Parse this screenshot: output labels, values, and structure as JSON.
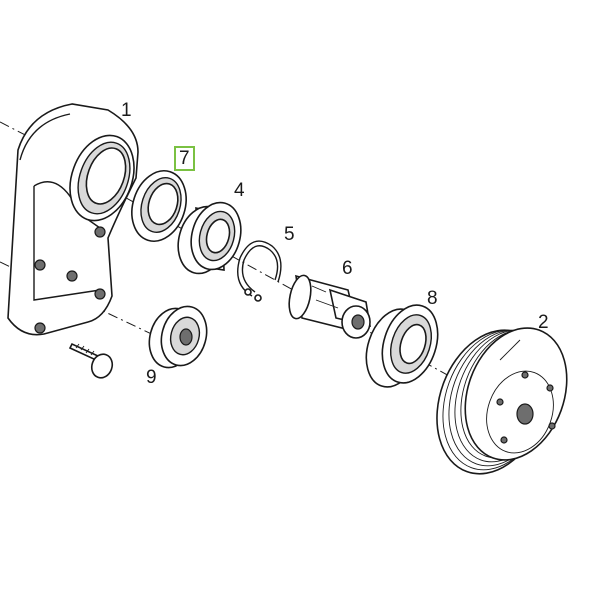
{
  "diagram": {
    "labels": [
      {
        "id": "1",
        "text": "1"
      },
      {
        "id": "2",
        "text": "2"
      },
      {
        "id": "4",
        "text": "4"
      },
      {
        "id": "5",
        "text": "5"
      },
      {
        "id": "6",
        "text": "6"
      },
      {
        "id": "7",
        "text": "7"
      },
      {
        "id": "8",
        "text": "8"
      },
      {
        "id": "9",
        "text": "9"
      }
    ],
    "highlight_color": "#7ac142"
  }
}
